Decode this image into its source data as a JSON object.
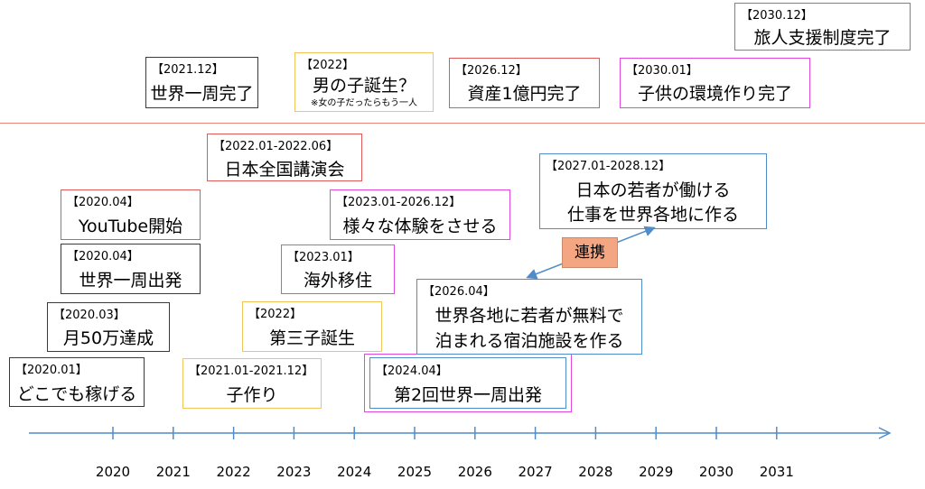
{
  "goals": [
    {
      "id": "g2021",
      "date": "【2021.12】",
      "text": "世界一周完了"
    },
    {
      "id": "g2022",
      "date": "【2022】",
      "text": "男の子誕生？",
      "note": "※女の子だったらもう一人"
    },
    {
      "id": "g2026",
      "date": "【2026.12】",
      "text": "資産1億円完了"
    },
    {
      "id": "g2030a",
      "date": "【2030.01】",
      "text": "子供の環境作り完了"
    },
    {
      "id": "g2030b",
      "date": "【2030.12】",
      "text": "旅人支援制度完了"
    }
  ],
  "events": [
    {
      "id": "e1",
      "date": "【2022.01-2022.06】",
      "text": "日本全国講演会"
    },
    {
      "id": "e2",
      "date": "【2020.04】",
      "text": "YouTube開始"
    },
    {
      "id": "e3",
      "date": "【2020.04】",
      "text": "世界一周出発"
    },
    {
      "id": "e4",
      "date": "【2020.03】",
      "text": "月50万達成"
    },
    {
      "id": "e5",
      "date": "【2020.01】",
      "text": "どこでも稼げる"
    },
    {
      "id": "e6",
      "date": "【2023.01-2026.12】",
      "text": "様々な体験をさせる"
    },
    {
      "id": "e7",
      "date": "【2023.01】",
      "text": "海外移住"
    },
    {
      "id": "e8",
      "date": "【2022】",
      "text": "第三子誕生"
    },
    {
      "id": "e9",
      "date": "【2021.01-2021.12】",
      "text": "子作り"
    },
    {
      "id": "e10",
      "date": "【2024.04】",
      "text": "第2回世界一周出発"
    },
    {
      "id": "e11",
      "date": "【2027.01-2028.12】",
      "text1": "日本の若者が働ける",
      "text2": "仕事を世界各地に作る"
    },
    {
      "id": "e12",
      "date": "【2026.04】",
      "text1": "世界各地に若者が無料で",
      "text2": "泊まれる宿泊施設を作る"
    }
  ],
  "link_label": "連携",
  "timeline": {
    "years": [
      "2020",
      "2021",
      "2022",
      "2023",
      "2024",
      "2025",
      "2026",
      "2027",
      "2028",
      "2029",
      "2030",
      "2031"
    ]
  },
  "colors": {
    "axis": "#4f8cc8",
    "separator": "#e8867a",
    "link_box": "#f4a582",
    "border_red": "#e05a5a",
    "border_blue": "#4f8cc8",
    "border_magenta": "#e048e0",
    "border_yellow": "#f2c45a",
    "border_black": "#3a3a3a"
  }
}
